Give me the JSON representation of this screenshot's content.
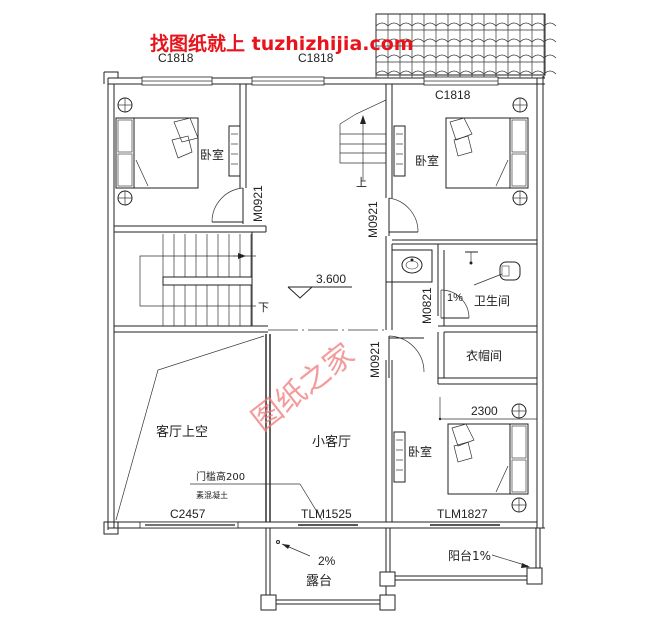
{
  "watermark": {
    "top_text": "找图纸就上 tuzhizhijia.com",
    "diagonal_text": "图纸之家",
    "color": "#e8141b"
  },
  "plan": {
    "elevation": "3.600",
    "rooms": {
      "bedroom_nw": "卧室",
      "bedroom_ne": "卧室",
      "bedroom_se": "卧室",
      "bathroom": "卫生间",
      "closet": "衣帽间",
      "living_void": "客厅上空",
      "small_living": "小客厅",
      "terrace": "露台",
      "balcony": "阳台1%"
    },
    "windows": {
      "w_top_left": "C1818",
      "w_top_mid": "C1818",
      "w_top_right": "C1818",
      "w_bottom_left": "C2457"
    },
    "doors": {
      "d_nw": "M0921",
      "d_ne": "M0921",
      "d_bath": "M0821",
      "d_se": "M0921",
      "slide_mid": "TLM1525",
      "slide_right": "TLM1827"
    },
    "stairs": {
      "up_label": "上",
      "down_label": "下"
    },
    "annotations": {
      "bath_slope": "1%",
      "terrace_slope": "2%",
      "dimension": "2300",
      "sill_note_1": "门槛高200",
      "sill_note_2": "素混凝土"
    }
  }
}
